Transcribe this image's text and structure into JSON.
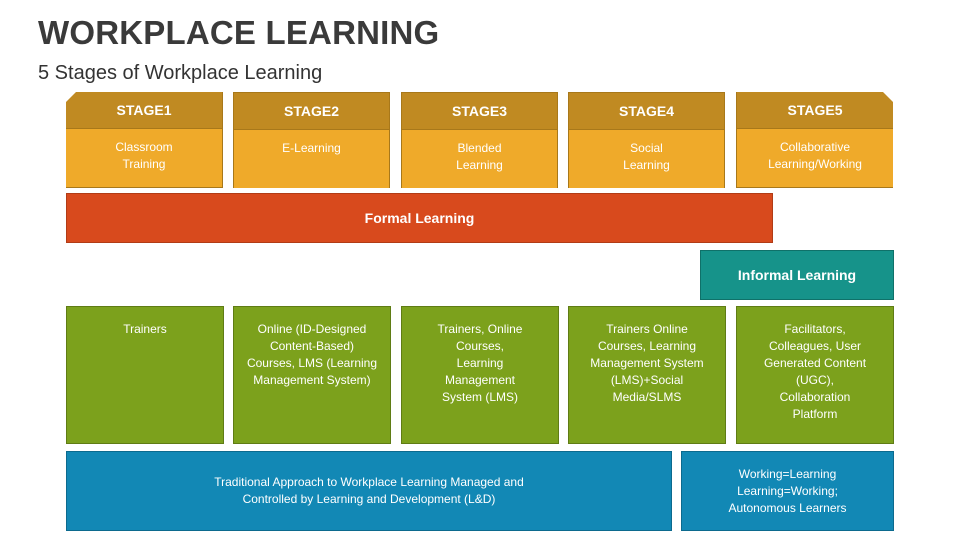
{
  "header": {
    "title": "WORKPLACE LEARNING",
    "subtitle": "5 Stages of Workplace Learning"
  },
  "stages": [
    {
      "label": "STAGE1",
      "description": "Classroom\nTraining"
    },
    {
      "label": "STAGE2",
      "description": "E-Learning"
    },
    {
      "label": "STAGE3",
      "description": "Blended\nLearning"
    },
    {
      "label": "STAGE4",
      "description": "Social\nLearning"
    },
    {
      "label": "STAGE5",
      "description": "Collaborative\nLearning/Working"
    }
  ],
  "bars": {
    "formal": "Formal Learning",
    "informal": "Informal Learning"
  },
  "resources": [
    "Trainers",
    "Online (ID-Designed\nContent-Based)\nCourses, LMS (Learning\nManagement System)",
    "Trainers, Online\nCourses,\nLearning\nManagement\nSystem (LMS)",
    "Trainers Online\nCourses, Learning\nManagement System\n(LMS)+Social\nMedia/SLMS",
    "Facilitators,\nColleagues, User\nGenerated Content\n(UGC),\nCollaboration\nPlatform"
  ],
  "approaches": {
    "traditional": "Traditional Approach to Workplace Learning Managed and\nControlled by Learning and Development (L&D)",
    "autonomous": "Working=Learning\nLearning=Working;\nAutonomous Learners"
  },
  "colors": {
    "stage_header": "#c08a22",
    "stage_body": "#efaa2a",
    "formal": "#d84a1d",
    "informal": "#16938a",
    "resource": "#7ca11c",
    "approach": "#1288b5"
  }
}
